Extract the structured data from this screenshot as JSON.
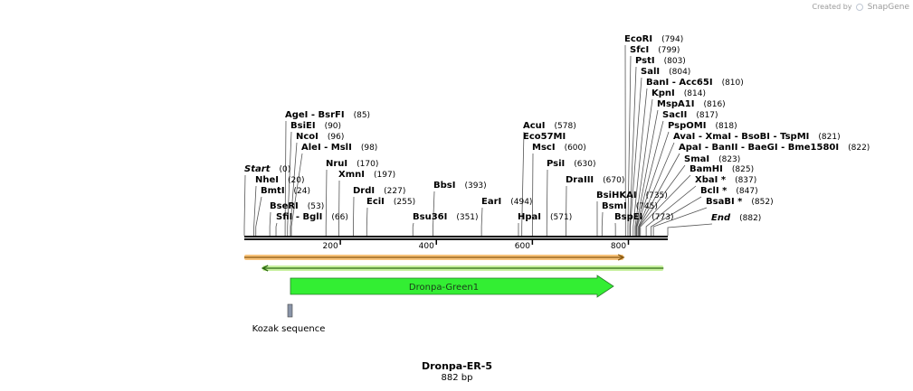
{
  "watermark": {
    "prefix": "Created by",
    "brand": "SnapGene",
    "icon": "snapgene-logo-icon"
  },
  "plasmid": {
    "name": "Dronpa-ER-5",
    "length_label": "882 bp",
    "length": 882
  },
  "ruler": {
    "ticks": [
      200,
      400,
      600,
      800
    ]
  },
  "sites": [
    {
      "name": "Start",
      "pos_label": "(0)",
      "pos": 0,
      "italic": true
    },
    {
      "name": "NheI",
      "pos_label": "(20)",
      "pos": 20
    },
    {
      "name": "BmtI",
      "pos_label": "(24)",
      "pos": 24
    },
    {
      "name": "BseRI",
      "pos_label": "(53)",
      "pos": 53
    },
    {
      "name": "SfiI  - BglI",
      "pos_label": "(66)",
      "pos": 66
    },
    {
      "name": "AgeI  - BsrFI",
      "pos_label": "(85)",
      "pos": 85
    },
    {
      "name": "BsiEI",
      "pos_label": "(90)",
      "pos": 90
    },
    {
      "name": "NcoI",
      "pos_label": "(96)",
      "pos": 96
    },
    {
      "name": "AleI  - MslI",
      "pos_label": "(98)",
      "pos": 98
    },
    {
      "name": "NruI",
      "pos_label": "(170)",
      "pos": 170
    },
    {
      "name": "XmnI",
      "pos_label": "(197)",
      "pos": 197
    },
    {
      "name": "DrdI",
      "pos_label": "(227)",
      "pos": 227
    },
    {
      "name": "EciI",
      "pos_label": "(255)",
      "pos": 255
    },
    {
      "name": "Bsu36I",
      "pos_label": "(351)",
      "pos": 351
    },
    {
      "name": "BbsI",
      "pos_label": "(393)",
      "pos": 393
    },
    {
      "name": "EarI",
      "pos_label": "(494)",
      "pos": 494
    },
    {
      "name": "HpaI",
      "pos_label": "(571)",
      "pos": 571
    },
    {
      "name": "AcuI",
      "pos_label": "(578)",
      "pos": 578
    },
    {
      "name": "Eco57MI",
      "pos_label": "",
      "pos": 578
    },
    {
      "name": "MscI",
      "pos_label": "(600)",
      "pos": 600
    },
    {
      "name": "PsiI",
      "pos_label": "(630)",
      "pos": 630
    },
    {
      "name": "DraIII",
      "pos_label": "(670)",
      "pos": 670
    },
    {
      "name": "BsiHKAI",
      "pos_label": "(735)",
      "pos": 735
    },
    {
      "name": "BsmI",
      "pos_label": "(745)",
      "pos": 745
    },
    {
      "name": "BspEI",
      "pos_label": "(773)",
      "pos": 773
    },
    {
      "name": "EcoRI",
      "pos_label": "(794)",
      "pos": 794
    },
    {
      "name": "SfcI",
      "pos_label": "(799)",
      "pos": 799
    },
    {
      "name": "PstI",
      "pos_label": "(803)",
      "pos": 803
    },
    {
      "name": "SalI",
      "pos_label": "(804)",
      "pos": 804
    },
    {
      "name": "BanI  - Acc65I",
      "pos_label": "(810)",
      "pos": 810
    },
    {
      "name": "KpnI",
      "pos_label": "(814)",
      "pos": 814
    },
    {
      "name": "MspA1I",
      "pos_label": "(816)",
      "pos": 816
    },
    {
      "name": "SacII",
      "pos_label": "(817)",
      "pos": 817
    },
    {
      "name": "PspOMI",
      "pos_label": "(818)",
      "pos": 818
    },
    {
      "name": "AvaI  - XmaI  - BsoBI  - TspMI",
      "pos_label": "(821)",
      "pos": 821
    },
    {
      "name": "ApaI  - BanII  - BaeGI  - Bme1580I",
      "pos_label": "(822)",
      "pos": 822
    },
    {
      "name": "SmaI",
      "pos_label": "(823)",
      "pos": 823
    },
    {
      "name": "BamHI",
      "pos_label": "(825)",
      "pos": 825
    },
    {
      "name": "XbaI *",
      "pos_label": "(837)",
      "pos": 837
    },
    {
      "name": "BclI *",
      "pos_label": "(847)",
      "pos": 847
    },
    {
      "name": "BsaBI *",
      "pos_label": "(852)",
      "pos": 852
    },
    {
      "name": "End",
      "pos_label": "(882)",
      "pos": 882,
      "italic": true
    }
  ],
  "features": [
    {
      "name": "Dronpa-Green1",
      "type": "cds",
      "start": 96,
      "end": 774,
      "direction": "forward",
      "color": "#33ee33"
    },
    {
      "name": "Kozak sequence",
      "type": "misc",
      "start": 90,
      "end": 100,
      "color": "#8a94a8"
    }
  ],
  "strand_bars": [
    {
      "start": 0,
      "end": 790,
      "direction": "forward",
      "color": "#f7c27a",
      "line": "#8a5a10"
    },
    {
      "start": 38,
      "end": 873,
      "direction": "reverse",
      "color": "#c8f0a0",
      "line": "#2c6a10"
    }
  ],
  "colors": {
    "backbone": "#000000",
    "text": "#000000"
  }
}
